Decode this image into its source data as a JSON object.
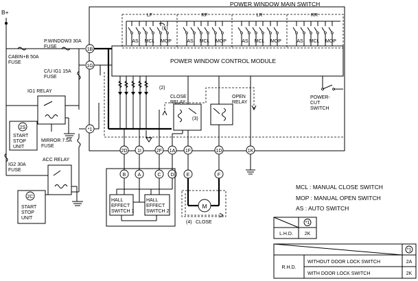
{
  "labels": {
    "b_plus": "B+",
    "main_switch": "POWER WINDOW MAIN SWITCH",
    "control_module": "POWER WINDOW CONTROL MODULE",
    "fuse_pwindow": "P.WINDOW3 30A",
    "fuse_cabin": "CABIN+B 50A",
    "fuse_cu_ig1": "C/U IG1 15A",
    "fuse_mirror": "MIRROR 7.5A",
    "fuse_ig2": "IG2 30A",
    "fuse_word": "FUSE",
    "ig1_relay": "IG1 RELAY",
    "acc_relay": "ACC RELAY",
    "close_relay_1": "CLOSE",
    "close_relay_2": "RELAY",
    "open_relay_1": "OPEN",
    "open_relay_2": "RELAY",
    "power_cut_1": "POWER-",
    "power_cut_2": "CUT",
    "power_cut_3": "SWITCH",
    "hall_1a": "HALL",
    "hall_1b": "EFFECT",
    "hall_1c": "SWITCH 1",
    "hall_2a": "HALL",
    "hall_2b": "EFFECT",
    "hall_2c": "SWITCH 2",
    "motor": "M",
    "close_arrow": "CLOSE",
    "note_1": "(1)",
    "note_2": "(2)",
    "note_3": "(3)",
    "note_4": "(4)",
    "ssu_top": "START",
    "ssu_mid": "STOP",
    "ssu_bot": "UNIT",
    "ssu_2s": "2S",
    "ssu_2c": "2C",
    "star1": "*1"
  },
  "window_groups": [
    {
      "name": "LF",
      "switches": [
        "AS",
        "MCL",
        "MOP"
      ]
    },
    {
      "name": "RF",
      "switches": [
        "AS",
        "MCL",
        "MOP"
      ]
    },
    {
      "name": "LR",
      "switches": [
        "AS",
        "MCL",
        "MOP"
      ]
    },
    {
      "name": "RR",
      "switches": [
        "AS",
        "MCL",
        "MOP"
      ]
    }
  ],
  "connectors": {
    "c1B": "1B",
    "c1G": "1G",
    "c2D": "2D",
    "c1I": "1I",
    "c2F": "2F",
    "c1A": "1A",
    "c1F": "1F",
    "c1D": "1D",
    "c1K": "1K",
    "cstar": "*1",
    "cB": "B",
    "cA": "A",
    "cC": "C",
    "cD": "D",
    "cE": "E",
    "cF": "F"
  },
  "legend": {
    "mcl": "MCL : MANUAL CLOSE SWITCH",
    "mop": "MOP : MANUAL OPEN SWITCH",
    "as": "AS : AUTO SWITCH"
  },
  "table_lhd": {
    "header": "*1",
    "row_label": "L.H.D.",
    "value": "2K"
  },
  "table_rhd": {
    "header": "*1",
    "row_label": "R.H.D.",
    "rows": [
      {
        "condition": "WITHOUT DOOR LOCK SWITCH",
        "value": "2A"
      },
      {
        "condition": "WITH DOOR LOCK SWITCH",
        "value": "2K"
      }
    ]
  }
}
